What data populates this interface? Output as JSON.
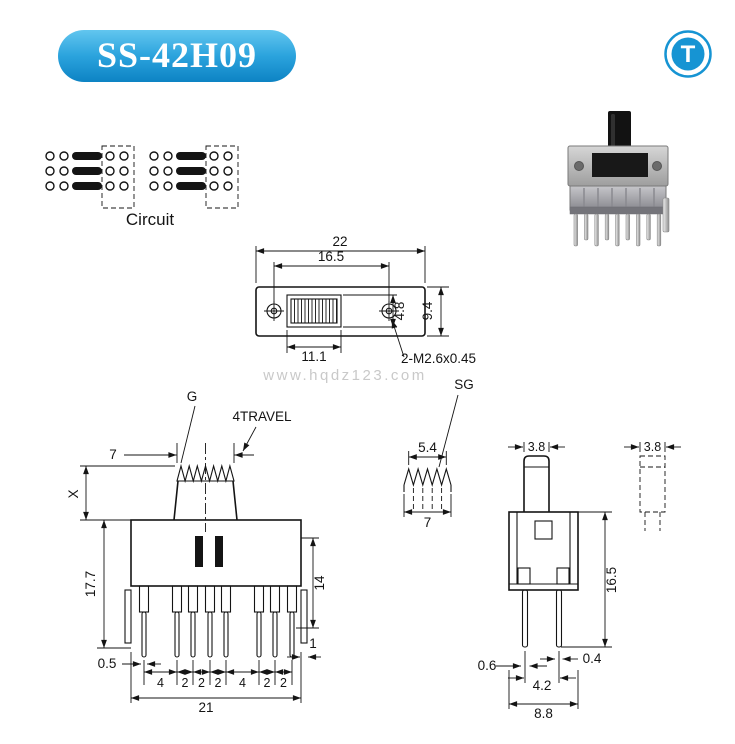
{
  "header": {
    "model": "SS-42H09",
    "logo_letter": "T"
  },
  "colors": {
    "badge_blue": "#1b96d4",
    "badge_blue_light": "#62c6ef",
    "logo_blue": "#1694d3"
  },
  "circuit": {
    "label": "Circuit"
  },
  "watermark": {
    "text": "www.hqdz123.com"
  },
  "top_view": {
    "width": "22",
    "hole_spacing": "16.5",
    "window_width": "11.1",
    "window_height": "4.8",
    "body_height": "9.4",
    "thread_note": "2-M2.6x0.45"
  },
  "front_view": {
    "g_label": "G",
    "travel_label": "4TRAVEL",
    "knob_width": "7",
    "x_label": "X",
    "body_height": "17.7",
    "inner_height": "14",
    "pin_width": "0.5",
    "bracket_width": "1",
    "pitch": [
      "4",
      "2",
      "2",
      "2",
      "4",
      "2",
      "2"
    ],
    "total_width": "21"
  },
  "detail_view": {
    "label": "SG",
    "top_width": "5.4",
    "bottom_width": "7"
  },
  "side_view": {
    "knob_width": "3.8",
    "height": "16.5",
    "pin_width_left": "0.6",
    "pin_width_right": "0.4",
    "pin_spacing": "4.2",
    "body_width": "8.8"
  },
  "phantom_view": {
    "width": "3.8"
  }
}
